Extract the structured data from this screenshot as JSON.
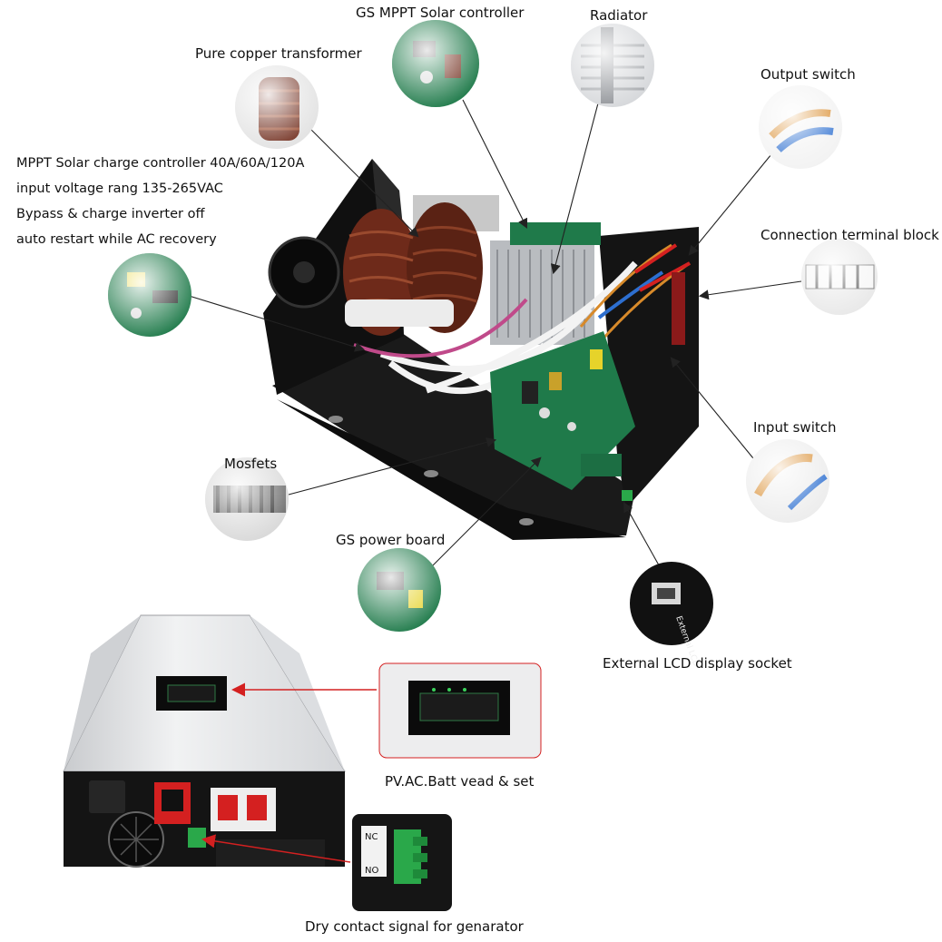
{
  "callouts": {
    "gs_mppt": "GS MPPT Solar controller",
    "radiator": "Radiator",
    "transformer": "Pure copper transformer",
    "output_switch": "Output switch",
    "mppt_lines": [
      "MPPT Solar charge controller 40A/60A/120A",
      " input voltage rang 135-265VAC",
      "Bypass & charge inverter off",
      "auto restart while AC recovery"
    ],
    "terminal_block": "Connection terminal block",
    "input_switch": "Input switch",
    "mosfets": "Mosfets",
    "power_board": "GS power board",
    "lcd_socket": "External LCD display socket",
    "lcd_socket_text": "External LCD",
    "display_caption": "PV.AC.Batt vead & set",
    "dry_contact": "Dry contact signal for genarator",
    "dry_contact_terms": [
      "NC",
      "NO"
    ]
  },
  "colors": {
    "pcb_green": "#1f7a4a",
    "chassis_black": "#151515",
    "copper_coil": "#6e2a1a",
    "arrow_red": "#d42020",
    "case_white": "#e9eaec"
  }
}
